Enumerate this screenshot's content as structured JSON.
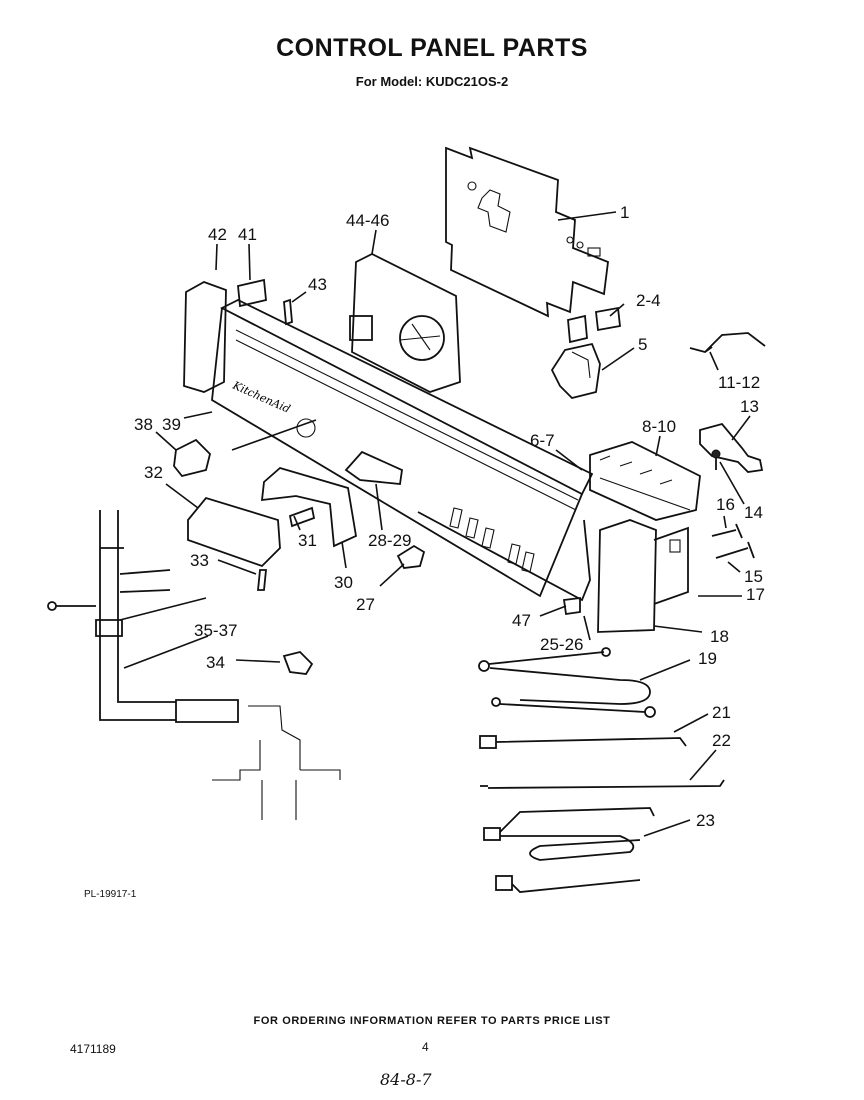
{
  "title": "CONTROL PANEL PARTS",
  "subtitle": "For Model: KUDC21OS-2",
  "brand_mark": "KitchenAid",
  "plate_number": "PL-19917-1",
  "ordering_note": "FOR ORDERING INFORMATION REFER TO PARTS PRICE LIST",
  "document_number": "4171189",
  "page_number": "4",
  "handwritten_note": "84-8-7",
  "callouts": [
    "1",
    "2-4",
    "5",
    "11-12",
    "13",
    "8-10",
    "6-7",
    "14",
    "16",
    "15",
    "17",
    "18",
    "19",
    "21",
    "22",
    "23",
    "25-26",
    "47",
    "27",
    "28-29",
    "30",
    "31",
    "32",
    "33",
    "35-37",
    "34",
    "38",
    "39",
    "42",
    "41",
    "43",
    "44-46"
  ]
}
